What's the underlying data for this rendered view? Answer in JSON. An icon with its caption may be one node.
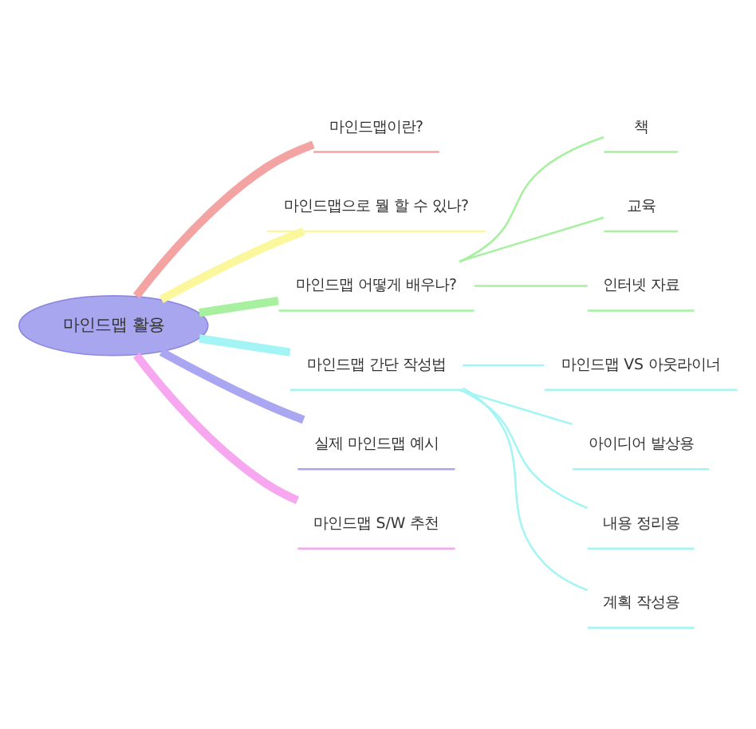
{
  "diagram": {
    "nodes": [
      {
        "text": [
          "마인드맵 활용"
        ]
      },
      {
        "text": [
          "마인드맵이란?"
        ]
      },
      {
        "text": [
          "마인드맵으로 뭘 할 수 있나?"
        ]
      },
      {
        "text": [
          "마인드맵 어떻게 배우나?"
        ]
      },
      {
        "text": [
          "책"
        ]
      },
      {
        "text": [
          "교육"
        ]
      },
      {
        "text": [
          "인터넷 자료"
        ]
      },
      {
        "text": [
          "마인드맵 간단 작성법"
        ]
      },
      {
        "text": [
          "마인드맵 VS 아웃라이너"
        ]
      },
      {
        "text": [
          "아이디어 발상용"
        ]
      },
      {
        "text": [
          "내용 정리용"
        ]
      },
      {
        "text": [
          "계획 작성용"
        ]
      },
      {
        "text": [
          "실제 마인드맵 예시"
        ]
      },
      {
        "text": [
          "마인드맵 S/W 추천"
        ]
      }
    ],
    "edges": [
      {
        "from": 0,
        "to": 1,
        "arrow": "none",
        "style": "thick",
        "color": "#f4a3a3"
      },
      {
        "from": 0,
        "to": 2,
        "arrow": "none",
        "style": "thick",
        "color": "#fbf79c"
      },
      {
        "from": 0,
        "to": 3,
        "arrow": "none",
        "style": "thick",
        "color": "#a6f0a0"
      },
      {
        "from": 3,
        "to": 4,
        "arrow": "none",
        "color": "#a6f0a0"
      },
      {
        "from": 3,
        "to": 5,
        "arrow": "none",
        "color": "#a6f0a0"
      },
      {
        "from": 3,
        "to": 6,
        "arrow": "none",
        "color": "#a6f0a0"
      },
      {
        "from": 0,
        "to": 7,
        "arrow": "none",
        "style": "thick",
        "color": "#a3f5f5"
      },
      {
        "from": 7,
        "to": 8,
        "arrow": "none",
        "color": "#a3f5f5"
      },
      {
        "from": 7,
        "to": 9,
        "arrow": "none",
        "color": "#a3f5f5"
      },
      {
        "from": 7,
        "to": 10,
        "arrow": "none",
        "color": "#a3f5f5"
      },
      {
        "from": 7,
        "to": 11,
        "arrow": "none",
        "color": "#a3f5f5"
      },
      {
        "from": 0,
        "to": 12,
        "arrow": "none",
        "style": "thick",
        "color": "#aaa6f2"
      },
      {
        "from": 0,
        "to": 13,
        "arrow": "none",
        "style": "thick",
        "color": "#f7a6f0"
      }
    ]
  }
}
